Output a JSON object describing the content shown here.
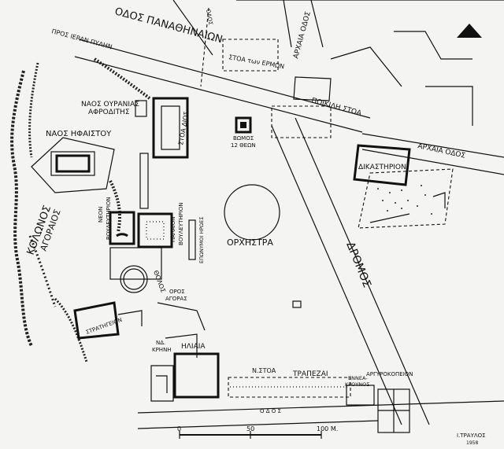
{
  "labels": {
    "odos_panathenaion": "ΟΔΟΣ ΠΑΝΑΘΗΝΑΙΩΝ",
    "pros_ieran_pylin": "ΠΡΟΣ ΙΕΡΑΝ ΠΥΛΗΝ",
    "archaia_odos_top": "ΑΡΧΑΙΑ ΟΔΟΣ",
    "odos_top": "ΟΔΟΣ",
    "stoa_ermon": "ΣΤΟΑ των ΕΡΜΩΝ",
    "poikili_stoa": "ΠΟΙΚΙΛΗ ΣΤΟΑ",
    "naos_ouranias_1": "ΝΑΟΣ ΟΥΡΑΝΙΑΣ",
    "naos_ouranias_2": "ΑΦΡΟΔΙΤΗΣ",
    "naos_hfaistou": "ΝΑΟΣ ΗΦΑΙΣΤΟΥ",
    "stoa_dios": "ΣΤΟΑ ΔΙΟΣ",
    "vomos_1": "ΒΩΜΟΣ",
    "vomos_2": "12 ΘΕΩΝ",
    "archaia_odos_right": "ΑΡΧΑΙΑ ΟΔΟΣ",
    "dikastirion": "ΔΙΚΑΣΤΗΡΙΟΝ",
    "kolonos_1": "ΚΟΛΩΝΟΣ",
    "kolonos_2": "ΑΓΟΡΑΙΟΣ",
    "neon_1": "ΝΕΟΝ",
    "neon_2": "ΒΟΥΛΕΥΤΗΡΙΟΝ",
    "palaion_1": "ΠΑΛΑΙΟΝ",
    "palaion_2": "ΒΟΥΛΕΥΤΗΡΙΟΝ",
    "eponymoi": "ΕΠΩΝΥΜΟΙ ΗΡΩΕΣ",
    "orchistra": "ΟΡΧΗΣΤΡΑ",
    "dromos": "ΔΡΟΜΟΣ",
    "tholos": "ΘΟΛΟΣ",
    "oros_1": "ΟΡΟΣ",
    "oros_2": "ΑΓΟΡΑΣ",
    "stratigeion": "ΣΤΡΑΤΗΓΕΙΟΝ",
    "nd_krini_1": "ΝΔ.",
    "nd_krini_2": "ΚΡΗΝΗ",
    "iliaia": "ΗΛΙΑΙΑ",
    "n_stoa": "Ν.ΣΤΟΑ",
    "trapezai": "ΤΡΑΠΕΖΑΙ",
    "odos_bottom": "Ο Δ Ο Σ",
    "enneakrounos_1": "ΕΝΝΕΑ-",
    "enneakrounos_2": "ΚΡΟΥΝΟΣ",
    "argyrokopeion": "ΑΡΓΥΡΟΚΟΠΕΙΟΝ"
  },
  "scale": {
    "zero": "0",
    "mid": "50",
    "end": "100 Μ."
  },
  "credit": {
    "author": "Ι.ΤΡΑΥΛΟΣ",
    "year": "1958"
  },
  "icons": {
    "north": "north-arrow-icon"
  }
}
